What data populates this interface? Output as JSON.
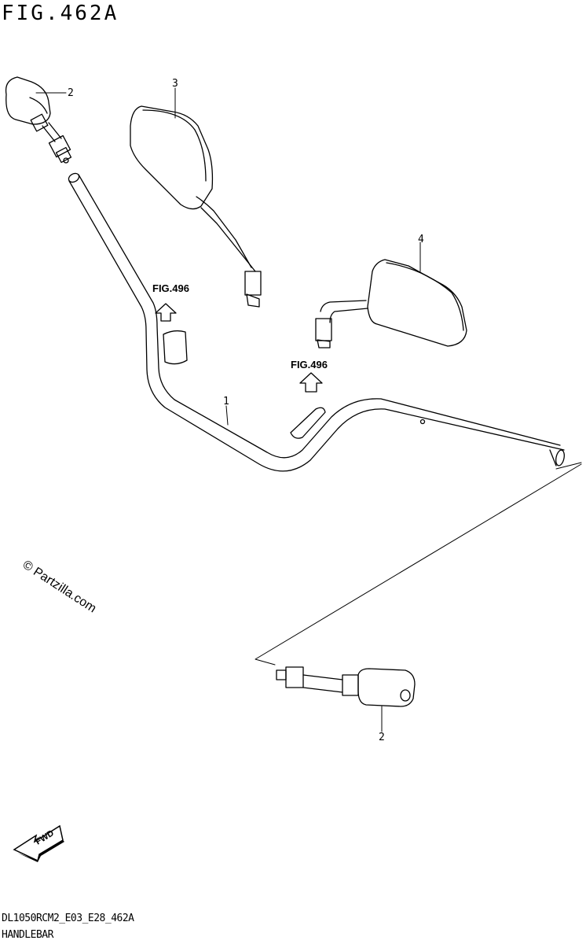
{
  "figure": {
    "title": "FIG.462A",
    "code": "DL1050RCM2_E03_E28_462A",
    "name": "HANDLEBAR"
  },
  "watermark": "© Partzilla.com",
  "fwd_label": "FWD",
  "parts": [
    {
      "number": "1",
      "item": "handlebar"
    },
    {
      "number": "2",
      "item": "balancer-left"
    },
    {
      "number": "2",
      "item": "balancer-right"
    },
    {
      "number": "3",
      "item": "mirror-left"
    },
    {
      "number": "4",
      "item": "mirror-right"
    }
  ],
  "references": [
    {
      "label": "FIG.496"
    },
    {
      "label": "FIG.496"
    }
  ]
}
